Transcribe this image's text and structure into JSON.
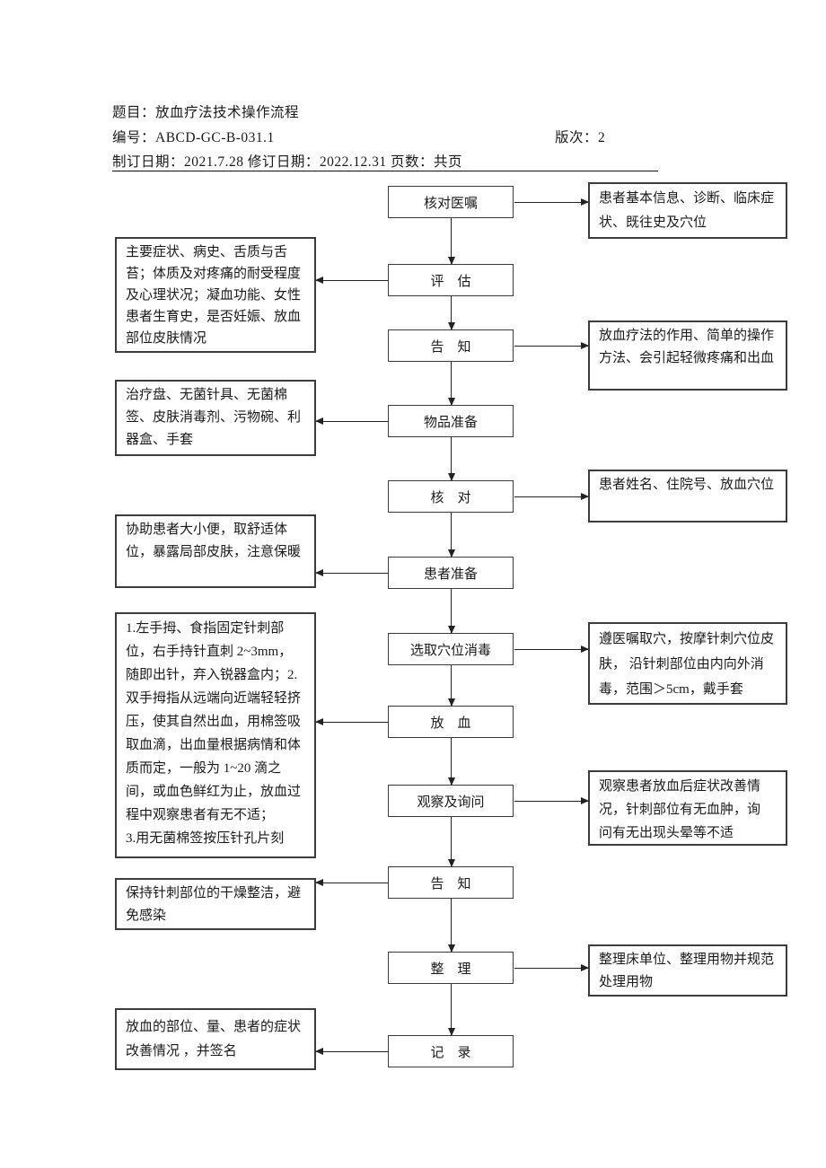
{
  "header": {
    "title": "题目：放血疗法技术操作流程",
    "doc_number": "编号：ABCD-GC-B-031.1",
    "version": "版次：2",
    "dates": "制订日期：2021.7.28 修订日期：2022.12.31 页数：共页"
  },
  "flow": {
    "center": [
      {
        "label": "核对医嘱"
      },
      {
        "label": "评　估"
      },
      {
        "label": "告　知"
      },
      {
        "label": "物品准备"
      },
      {
        "label": "核　对"
      },
      {
        "label": "患者准备"
      },
      {
        "label": "选取穴位消毒"
      },
      {
        "label": "放　血"
      },
      {
        "label": "观察及询问"
      },
      {
        "label": "告　知"
      },
      {
        "label": "整　理"
      },
      {
        "label": "记　录"
      }
    ],
    "left_notes": [
      {
        "text": "主要症状、病史、舌质与舌苔；体质及对疼痛的耐受程度及心理状况；凝血功能、女性患者生育史，是否妊娠、放血部位皮肤情况"
      },
      {
        "text": "治疗盘、无菌针具、无菌棉签、皮肤消毒剂、污物碗、利器盒、手套"
      },
      {
        "text": "协助患者大小便，取舒适体位，暴露局部皮肤，注意保暖"
      },
      {
        "text": "1.左手拇、食指固定针刺部位，右手持针直刺 2~3mm，随即出针，弃入锐器盒内；2.双手拇指从远端向近端轻轻挤压，使其自然出血，用棉签吸取血滴，出血量根据病情和体质而定，一般为 1~20 滴之间，或血色鲜红为止，放血过程中观察患者有无不适；\n3.用无菌棉签按压针孔片刻"
      },
      {
        "text": "保持针刺部位的干燥整洁，避免感染"
      },
      {
        "text": "放血的部位、量、患者的症状改善情况 ，并签名"
      }
    ],
    "right_notes": [
      {
        "text": "患者基本信息、诊断、临床症状、既往史及穴位"
      },
      {
        "text": "放血疗法的作用、简单的操作方法、会引起轻微疼痛和出血"
      },
      {
        "text": "患者姓名、住院号、放血穴位"
      },
      {
        "text": "遵医嘱取穴，按摩针刺穴位皮肤， 沿针刺部位由内向外消毒，范围＞5cm，戴手套"
      },
      {
        "text": "观察患者放血后症状改善情 况，针刺部位有无血肿，询 问有无出现头晕等不适"
      },
      {
        "text": "整理床单位、整理用物并规范处理用物"
      }
    ]
  }
}
